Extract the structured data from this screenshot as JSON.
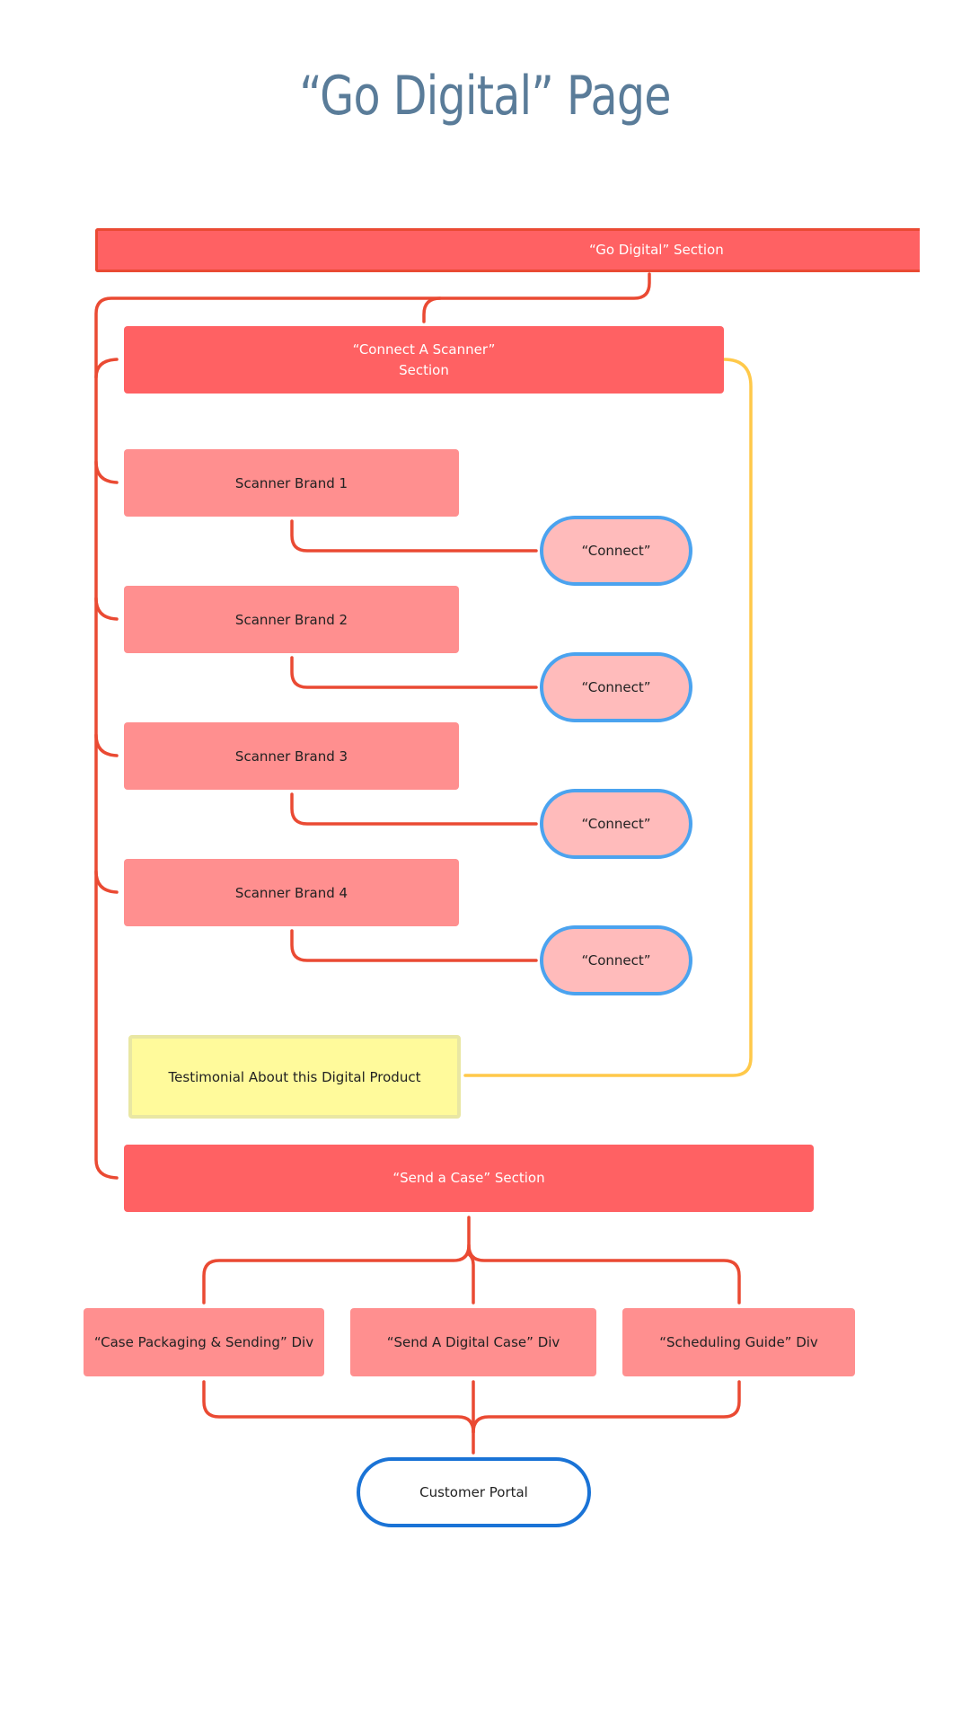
{
  "title": "“Go Digital” Page",
  "nodes": {
    "go_digital_section": "“Go Digital” Section",
    "connect_scanner_line1": "“Connect A Scanner”",
    "connect_scanner_line2": "Section",
    "scanner_brands": [
      "Scanner Brand 1",
      "Scanner Brand 2",
      "Scanner Brand 3",
      "Scanner Brand 4"
    ],
    "connect_buttons": [
      "“Connect”",
      "“Connect”",
      "“Connect”",
      "“Connect”"
    ],
    "testimonial": "Testimonial About this Digital Product",
    "send_case_section": "“Send a Case” Section",
    "divs": [
      "“Case Packaging & Sending” Div",
      "“Send A Digital Case” Div",
      "“Scheduling Guide” Div"
    ],
    "customer_portal": "Customer Portal"
  },
  "colors": {
    "title": "#5a7c99",
    "section_fill": "#ff6163",
    "item_fill": "#ff8f8f",
    "connect_fill": "#ffbbbb",
    "connect_border": "#4ba3ef",
    "testimonial_fill": "#fffa9b",
    "portal_border": "#1a73d6",
    "connector_red": "#ea4a33",
    "connector_yellow": "#ffc94a"
  }
}
